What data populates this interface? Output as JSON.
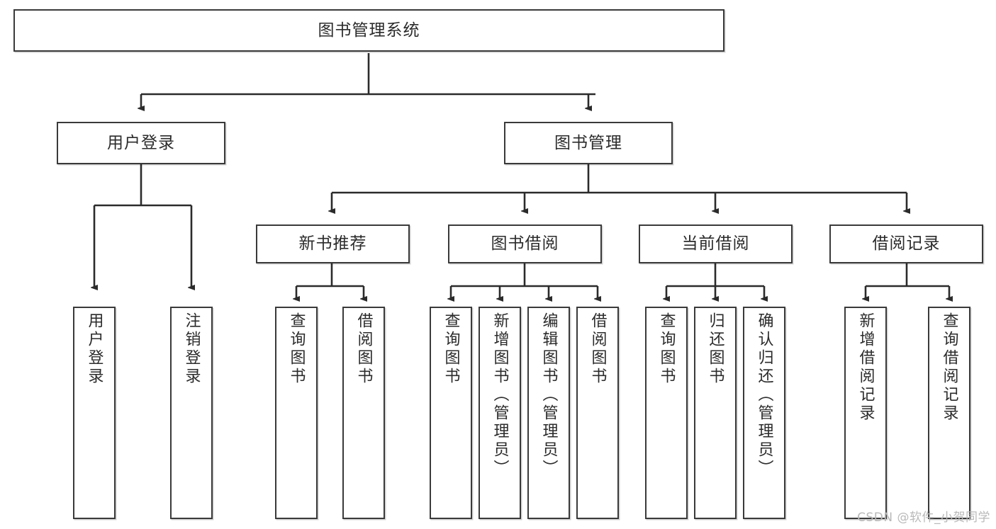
{
  "diagram": {
    "title": "图书管理系统",
    "type": "hierarchy-tree",
    "root": {
      "label": "图书管理系统"
    },
    "level2": [
      {
        "label": "用户登录"
      },
      {
        "label": "图书管理"
      }
    ],
    "level3": [
      {
        "label": "新书推荐"
      },
      {
        "label": "图书借阅"
      },
      {
        "label": "当前借阅"
      },
      {
        "label": "借阅记录"
      }
    ],
    "leaves": {
      "user_login": [
        {
          "label": "用户登录"
        },
        {
          "label": "注销登录"
        }
      ],
      "new_book_recommend": [
        {
          "label": "查询图书"
        },
        {
          "label": "借阅图书"
        }
      ],
      "book_borrow": [
        {
          "label": "查询图书"
        },
        {
          "label": "新增图书（管理员）"
        },
        {
          "label": "编辑图书（管理员）"
        },
        {
          "label": "借阅图书"
        }
      ],
      "current_borrow": [
        {
          "label": "查询图书"
        },
        {
          "label": "归还图书"
        },
        {
          "label": "确认归还（管理员）"
        }
      ],
      "borrow_record": [
        {
          "label": "新增借阅记录"
        },
        {
          "label": "查询借阅记录"
        }
      ]
    }
  },
  "watermark": {
    "text": "CSDN @软件_小贺同学"
  },
  "colors": {
    "stroke": "#3a3a3a",
    "fill": "#ffffff",
    "text": "#2b2b2b",
    "watermark": "#b9b9b9"
  }
}
